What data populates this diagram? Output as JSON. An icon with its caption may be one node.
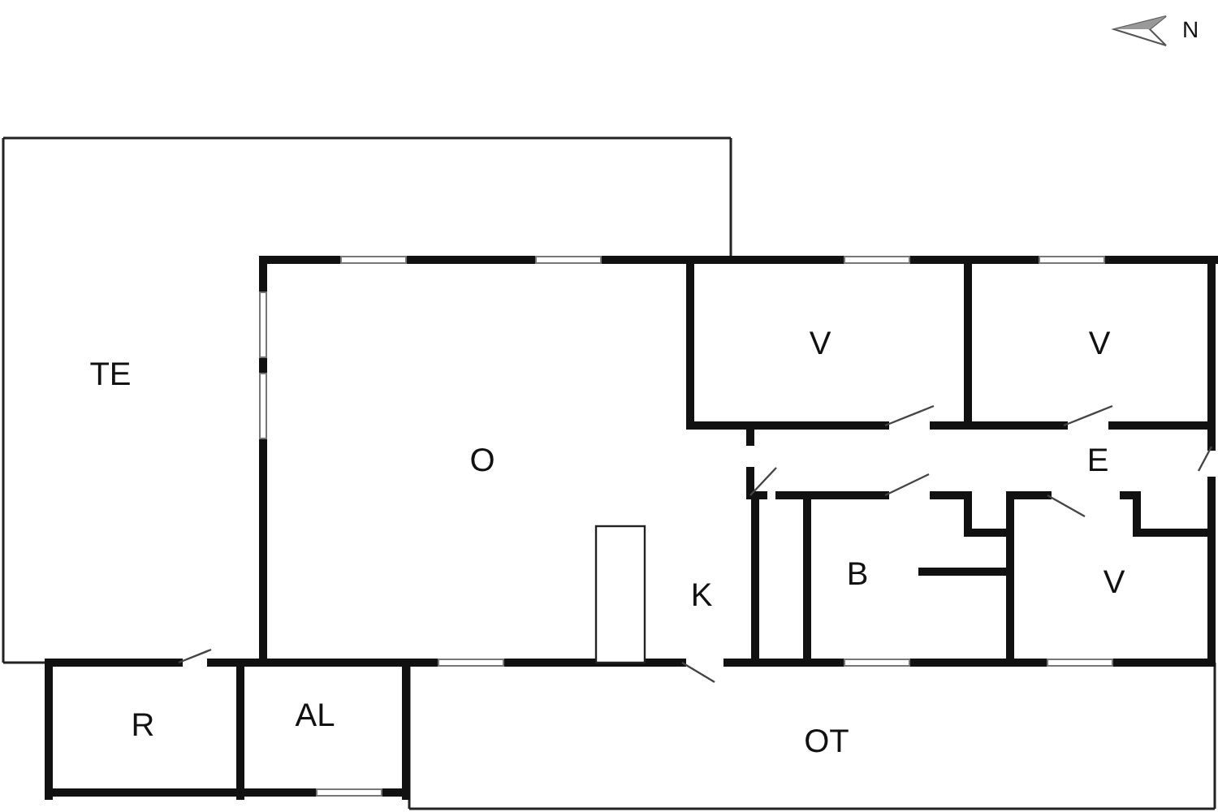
{
  "diagram": {
    "labels": [
      "N",
      "TE",
      "O",
      "V",
      "V",
      "E",
      "K",
      "B",
      "V",
      "R",
      "AL",
      "OT"
    ]
  }
}
